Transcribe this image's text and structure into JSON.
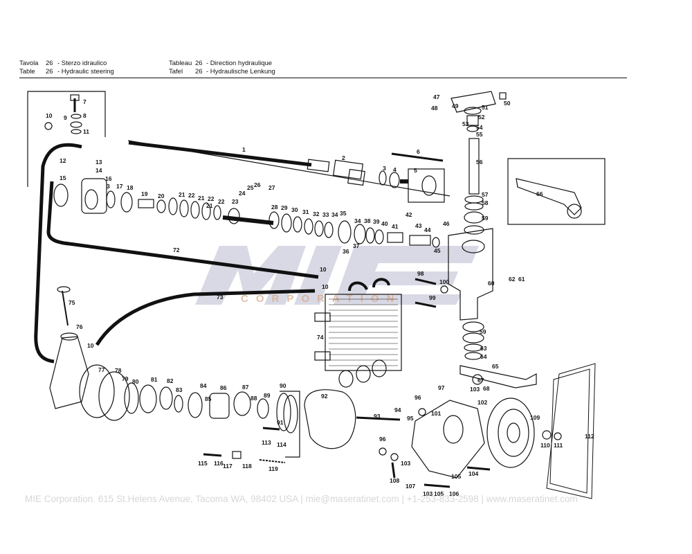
{
  "header": {
    "it_label": "Tavola",
    "it_num": "26",
    "it_title": "- Sterzo idraulico",
    "en_label": "Table",
    "en_num": "26",
    "en_title": "- Hydraulic steering",
    "fr_label": "Tableau",
    "fr_num": "26",
    "fr_title": "- Direction hydraulique",
    "de_label": "Tafel",
    "de_num": "26",
    "de_title": "- Hydraulische Lenkung"
  },
  "watermark": {
    "logo": "MIE",
    "sub": "CORPORATION"
  },
  "footer": {
    "text": "MIE Corporation. 615 St.Helens Avenue, Tacoma WA, 98402 USA  |  mie@maseratinet.com  |  +1-253-833-2598  |  www.maseratinet.com"
  },
  "parts": [
    {
      "n": "1"
    },
    {
      "n": "2"
    },
    {
      "n": "3"
    },
    {
      "n": "4"
    },
    {
      "n": "5"
    },
    {
      "n": "6"
    },
    {
      "n": "7"
    },
    {
      "n": "8"
    },
    {
      "n": "9"
    },
    {
      "n": "10"
    },
    {
      "n": "11"
    },
    {
      "n": "12"
    },
    {
      "n": "13"
    },
    {
      "n": "14"
    },
    {
      "n": "15"
    },
    {
      "n": "16"
    },
    {
      "n": "3"
    },
    {
      "n": "17"
    },
    {
      "n": "18"
    },
    {
      "n": "19"
    },
    {
      "n": "20"
    },
    {
      "n": "21"
    },
    {
      "n": "22"
    },
    {
      "n": "21"
    },
    {
      "n": "22"
    },
    {
      "n": "21"
    },
    {
      "n": "22"
    },
    {
      "n": "23"
    },
    {
      "n": "24"
    },
    {
      "n": "25"
    },
    {
      "n": "26"
    },
    {
      "n": "27"
    },
    {
      "n": "28"
    },
    {
      "n": "29"
    },
    {
      "n": "30"
    },
    {
      "n": "31"
    },
    {
      "n": "32"
    },
    {
      "n": "33"
    },
    {
      "n": "34"
    },
    {
      "n": "35"
    },
    {
      "n": "34"
    },
    {
      "n": "38"
    },
    {
      "n": "39"
    },
    {
      "n": "40"
    },
    {
      "n": "41"
    },
    {
      "n": "42"
    },
    {
      "n": "43"
    },
    {
      "n": "44"
    },
    {
      "n": "45"
    },
    {
      "n": "46"
    },
    {
      "n": "36"
    },
    {
      "n": "37"
    },
    {
      "n": "47"
    },
    {
      "n": "48"
    },
    {
      "n": "49"
    },
    {
      "n": "50"
    },
    {
      "n": "51"
    },
    {
      "n": "52"
    },
    {
      "n": "53"
    },
    {
      "n": "54"
    },
    {
      "n": "55"
    },
    {
      "n": "56"
    },
    {
      "n": "57"
    },
    {
      "n": "58"
    },
    {
      "n": "59"
    },
    {
      "n": "60"
    },
    {
      "n": "61"
    },
    {
      "n": "62"
    },
    {
      "n": "59"
    },
    {
      "n": "63"
    },
    {
      "n": "64"
    },
    {
      "n": "65"
    },
    {
      "n": "66"
    },
    {
      "n": "67"
    },
    {
      "n": "68"
    },
    {
      "n": "72"
    },
    {
      "n": "73"
    },
    {
      "n": "74"
    },
    {
      "n": "75"
    },
    {
      "n": "76"
    },
    {
      "n": "10"
    },
    {
      "n": "10"
    },
    {
      "n": "10"
    },
    {
      "n": "77"
    },
    {
      "n": "78"
    },
    {
      "n": "79"
    },
    {
      "n": "80"
    },
    {
      "n": "81"
    },
    {
      "n": "82"
    },
    {
      "n": "83"
    },
    {
      "n": "84"
    },
    {
      "n": "85"
    },
    {
      "n": "86"
    },
    {
      "n": "87"
    },
    {
      "n": "88"
    },
    {
      "n": "89"
    },
    {
      "n": "90"
    },
    {
      "n": "91"
    },
    {
      "n": "92"
    },
    {
      "n": "93"
    },
    {
      "n": "94"
    },
    {
      "n": "95"
    },
    {
      "n": "96"
    },
    {
      "n": "96"
    },
    {
      "n": "97"
    },
    {
      "n": "98"
    },
    {
      "n": "99"
    },
    {
      "n": "100"
    },
    {
      "n": "101"
    },
    {
      "n": "102"
    },
    {
      "n": "103"
    },
    {
      "n": "103"
    },
    {
      "n": "103"
    },
    {
      "n": "104"
    },
    {
      "n": "105"
    },
    {
      "n": "105"
    },
    {
      "n": "106"
    },
    {
      "n": "107"
    },
    {
      "n": "108"
    },
    {
      "n": "109"
    },
    {
      "n": "110"
    },
    {
      "n": "111"
    },
    {
      "n": "112"
    },
    {
      "n": "113"
    },
    {
      "n": "114"
    },
    {
      "n": "115"
    },
    {
      "n": "116"
    },
    {
      "n": "117"
    },
    {
      "n": "118"
    },
    {
      "n": "119"
    }
  ]
}
